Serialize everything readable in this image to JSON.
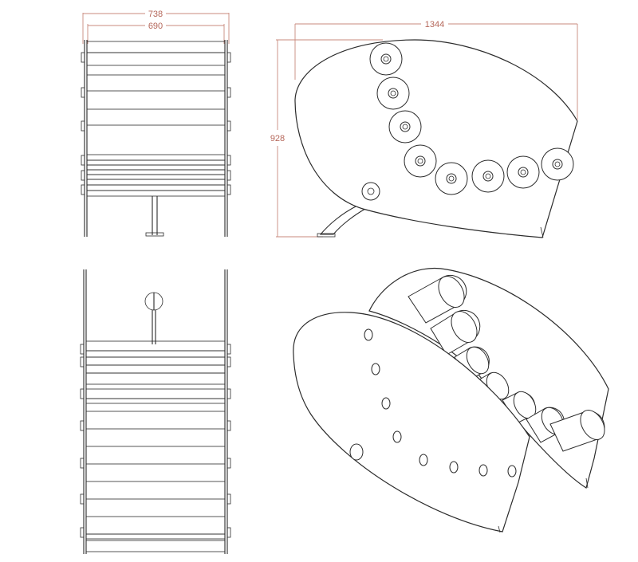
{
  "dimensions": {
    "overall_width": "738",
    "inner_width": "690",
    "length": "1344",
    "height": "928"
  },
  "colors": {
    "line": "#2b2b2b",
    "dimension": "#c98a7d",
    "background": "#ffffff"
  }
}
